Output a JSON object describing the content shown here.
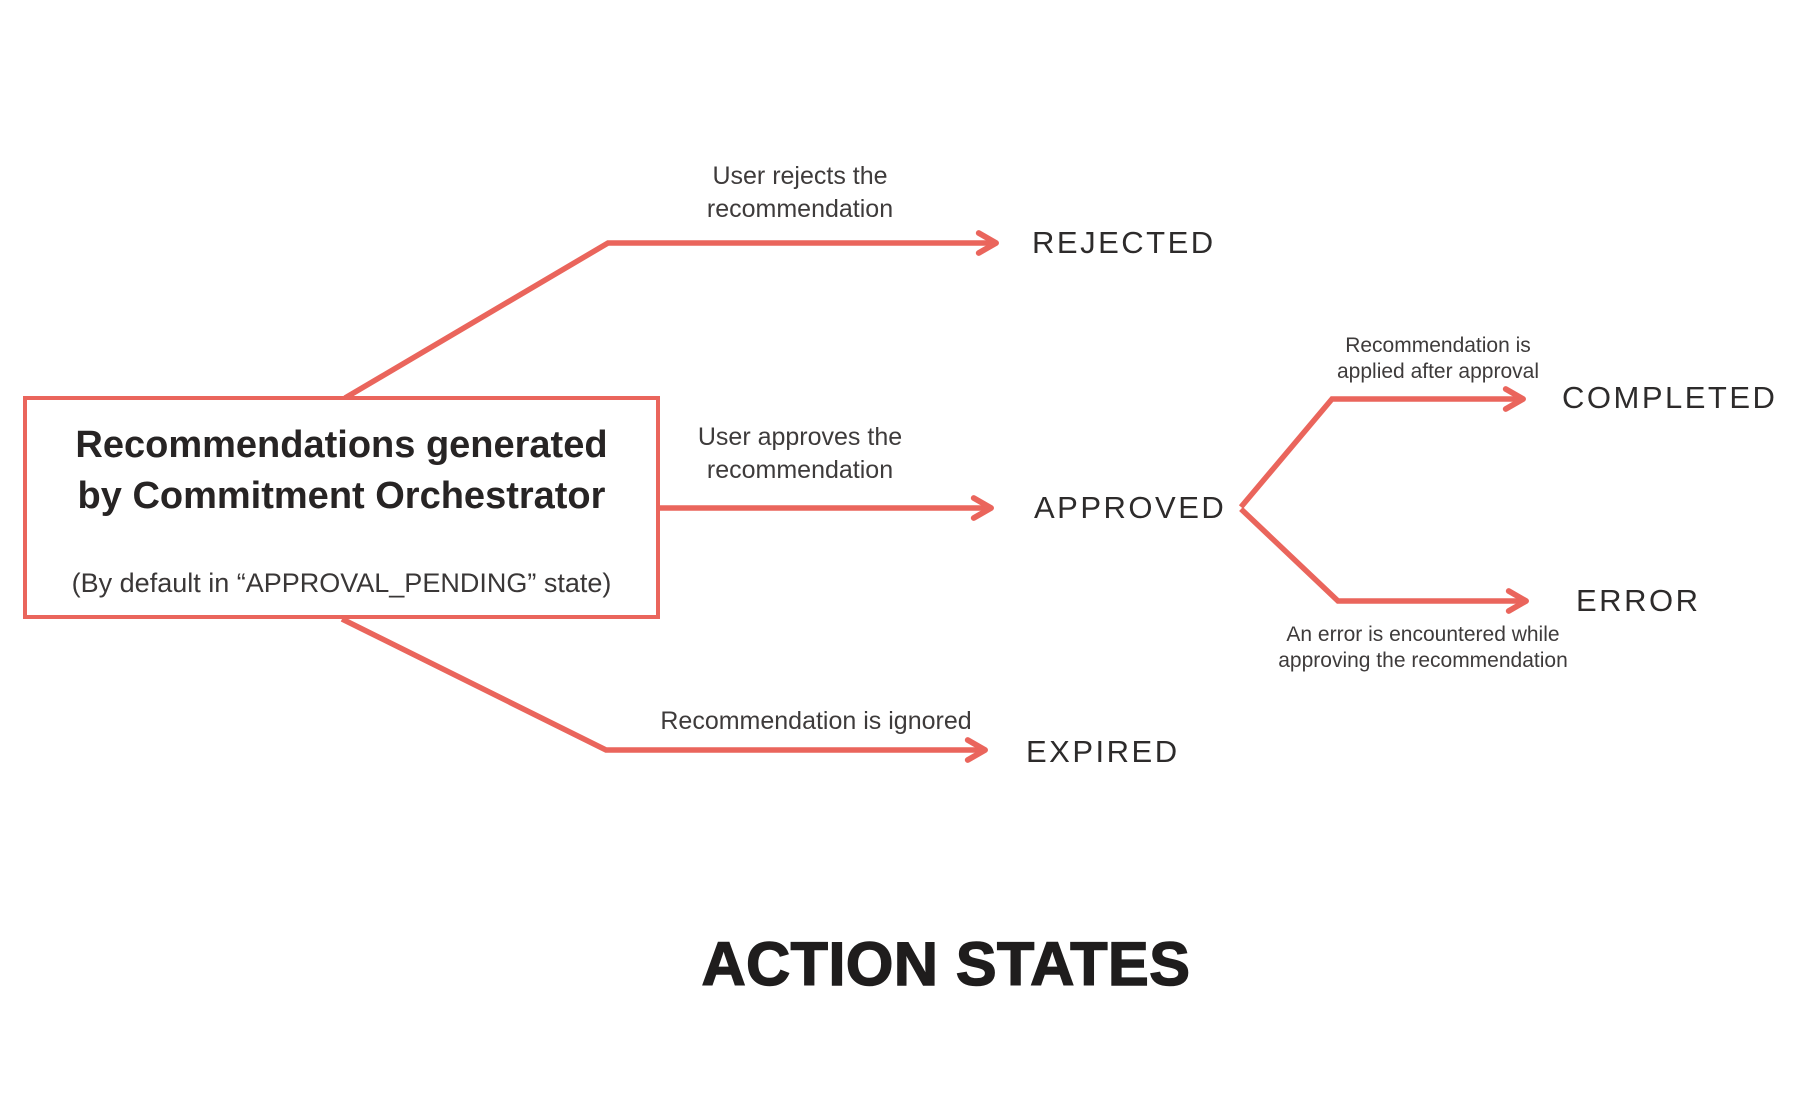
{
  "colors": {
    "accent": "#ea655c",
    "ink": "#272424",
    "label": "#3e3b3b",
    "state": "#2d2b2b",
    "title": "#1f1d1d"
  },
  "title": "ACTION STATES",
  "source_box": {
    "heading": "Recommendations generated\nby Commitment Orchestrator",
    "subheading": "(By default in “APPROVAL_PENDING” state)"
  },
  "transitions": [
    {
      "label": "User rejects the\nrecommendation",
      "state": "REJECTED"
    },
    {
      "label": "User approves the\nrecommendation",
      "state": "APPROVED"
    },
    {
      "label": "Recommendation is ignored",
      "state": "EXPIRED"
    },
    {
      "label": "Recommendation is\napplied after approval",
      "state": "COMPLETED"
    },
    {
      "label": "An error is encountered while\napproving the recommendation",
      "state": "ERROR"
    }
  ]
}
